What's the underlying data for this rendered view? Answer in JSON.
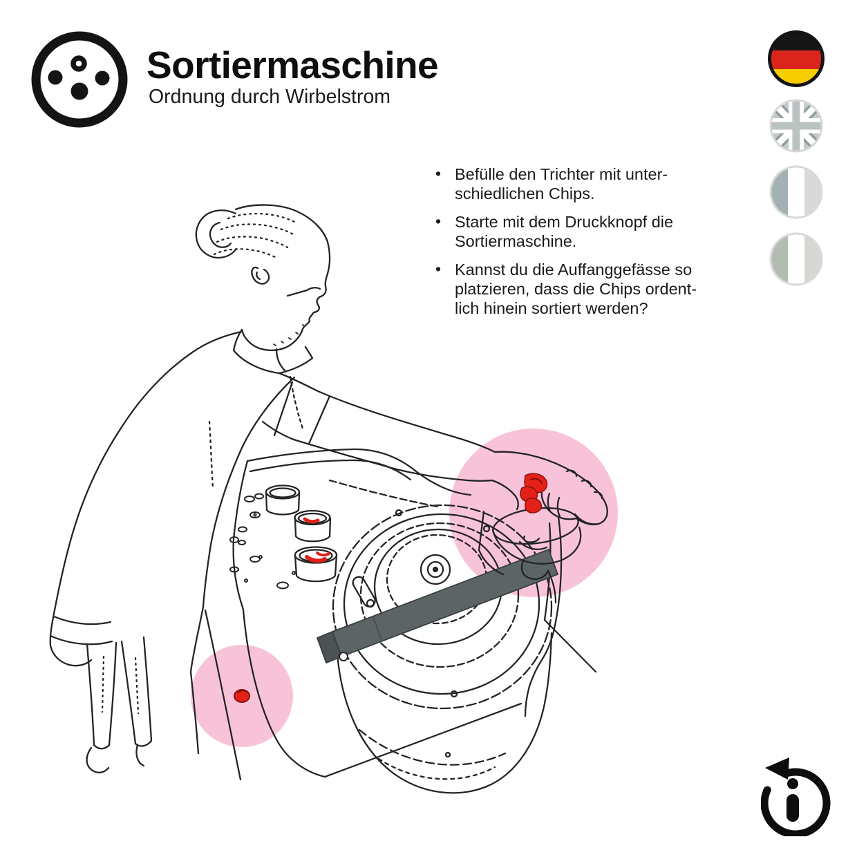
{
  "header": {
    "title": "Sortiermaschine",
    "subtitle": "Ordnung durch Wirbelstrom",
    "logo_icon": "four-dots-plug-logo"
  },
  "instructions": {
    "bullet_glyph": "•",
    "items": [
      {
        "lines": [
          "Befülle den Trichter mit unter-",
          "schiedlichen Chips."
        ]
      },
      {
        "lines": [
          "Starte mit dem Druckknopf die",
          "Sortiermaschine."
        ]
      },
      {
        "lines": [
          "Kannst du die Auffanggefässe so",
          "platzieren, dass die Chips ordent-",
          "lich hinein sortiert werden?"
        ]
      }
    ]
  },
  "language_switcher": {
    "flags": [
      {
        "id": "german-flag",
        "active": true
      },
      {
        "id": "british-flag",
        "active": false
      },
      {
        "id": "french-flag",
        "active": false
      },
      {
        "id": "italian-flag",
        "active": false
      }
    ]
  },
  "footer": {
    "info_icon": "info-reset-icon"
  },
  "illustration": {
    "description": "line drawing of a person filling the funnel of a sorting machine",
    "highlights": [
      "funnel-with-chips",
      "push-button"
    ]
  },
  "colors": {
    "highlight_pink": "#f8c3d9",
    "chip_red": "#e32119",
    "ramp_gray": "#5c6466",
    "line_ink": "#242424",
    "german_black": "#161616",
    "german_red": "#da251d",
    "german_gold": "#f6ce00"
  }
}
